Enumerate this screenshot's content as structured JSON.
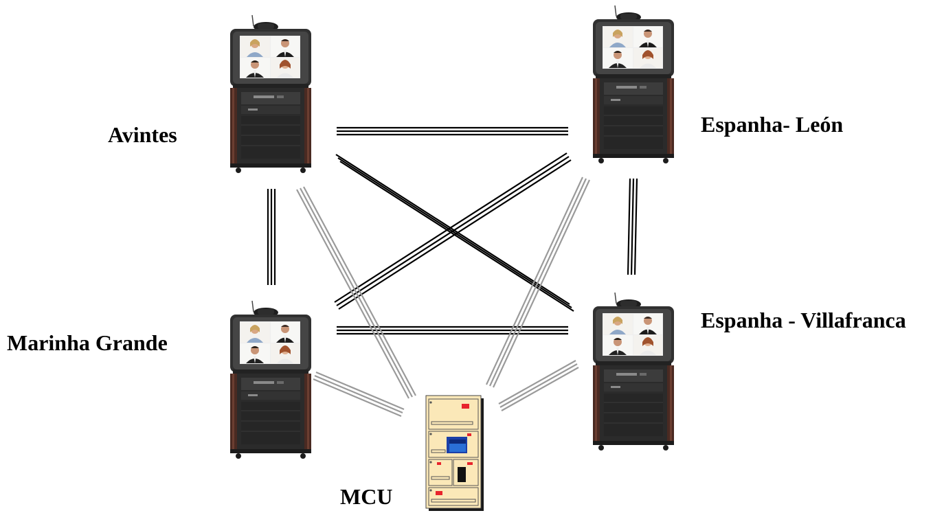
{
  "sites": {
    "avintes": {
      "label": "Avintes"
    },
    "espanha_leon": {
      "label": "Espanha- León"
    },
    "marinha_grande": {
      "label": "Marinha Grande"
    },
    "espanha_villafranca": {
      "label": "Espanha - Villafranca"
    }
  },
  "mcu": {
    "label": "MCU"
  },
  "links": {
    "direct": [
      [
        "avintes",
        "espanha_leon"
      ],
      [
        "avintes",
        "marinha_grande"
      ],
      [
        "avintes",
        "espanha_villafranca"
      ],
      [
        "espanha_leon",
        "marinha_grande"
      ],
      [
        "espanha_leon",
        "espanha_villafranca"
      ],
      [
        "marinha_grande",
        "espanha_villafranca"
      ]
    ],
    "via_mcu": [
      "avintes",
      "espanha_leon",
      "marinha_grande",
      "espanha_villafranca"
    ]
  },
  "colors": {
    "direct_link": "#000000",
    "mcu_link": "#9a9a9a",
    "mcu_body": "#fbe8b8",
    "mcu_indicator": "#e8242c",
    "mcu_screen": "#2a6fd6",
    "cabinet_dark": "#2b2b2b",
    "cabinet_wood": "#4a2a22",
    "tv_screen": "#efefef"
  },
  "icons": {
    "endpoint": "videoconference-cabinet-icon",
    "mcu": "mcu-rack-icon"
  }
}
